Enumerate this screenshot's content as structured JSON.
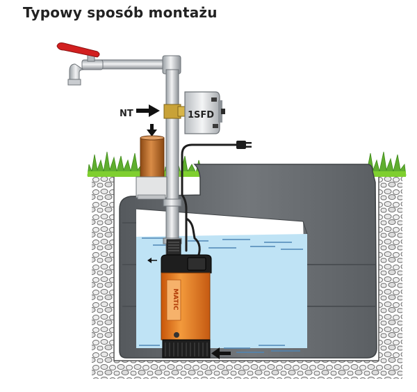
{
  "title": "Typowy sposób montażu",
  "labels": {
    "fitting": "NT",
    "pressure_switch": "1SFD",
    "pump_brand": "MATIC"
  },
  "colors": {
    "water": "#bfe3f5",
    "tank": "#6a6e72",
    "pump_orange": "#ee7a1e",
    "pump_black": "#1e1e1e",
    "pipe": "#d4d7da",
    "grass": "#5fae2e",
    "valve_handle": "#d21f1f",
    "brass": "#c8a238",
    "copper": "#b5651d"
  },
  "icons": [
    "faucet-icon",
    "arrow-right-icon",
    "arrow-down-icon",
    "arrow-left-icon",
    "plug-icon"
  ]
}
